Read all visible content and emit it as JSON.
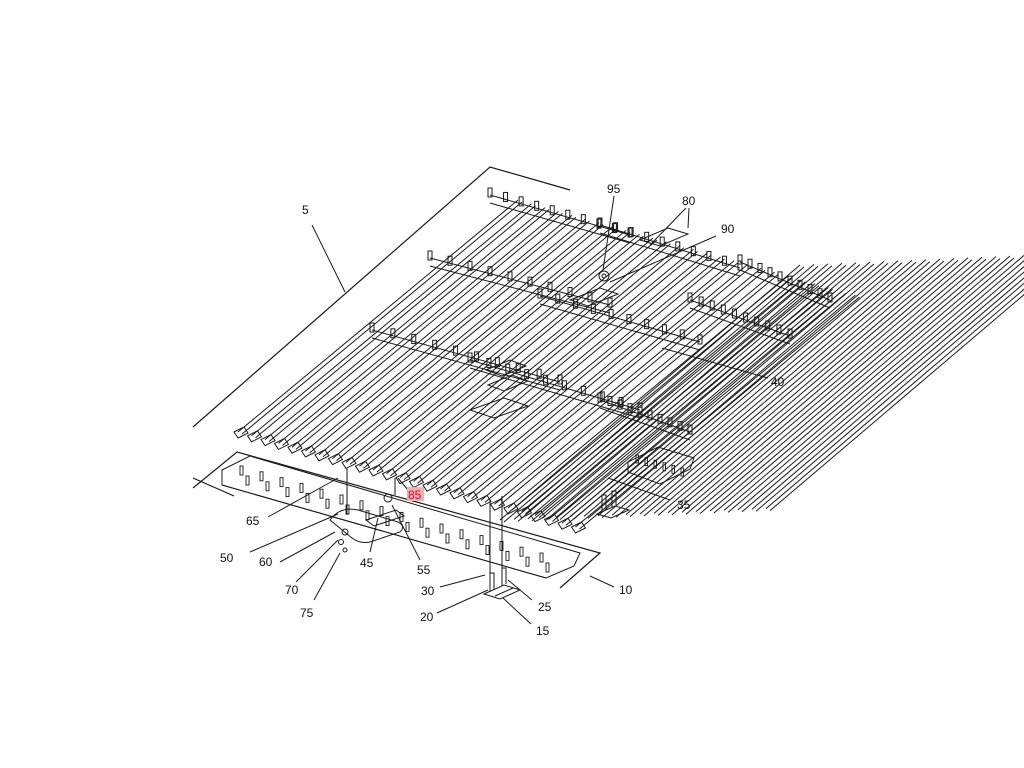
{
  "diagram": {
    "callouts": [
      {
        "id": "c5",
        "label": "5"
      },
      {
        "id": "c95",
        "label": "95"
      },
      {
        "id": "c80",
        "label": "80"
      },
      {
        "id": "c90",
        "label": "90"
      },
      {
        "id": "c40",
        "label": "40"
      },
      {
        "id": "c35",
        "label": "35"
      },
      {
        "id": "c85",
        "label": "85",
        "highlighted": true
      },
      {
        "id": "c65",
        "label": "65"
      },
      {
        "id": "c50",
        "label": "50"
      },
      {
        "id": "c60",
        "label": "60"
      },
      {
        "id": "c45",
        "label": "45"
      },
      {
        "id": "c55",
        "label": "55"
      },
      {
        "id": "c70",
        "label": "70"
      },
      {
        "id": "c75",
        "label": "75"
      },
      {
        "id": "c30",
        "label": "30"
      },
      {
        "id": "c10",
        "label": "10"
      },
      {
        "id": "c25",
        "label": "25"
      },
      {
        "id": "c20",
        "label": "20"
      },
      {
        "id": "c15",
        "label": "15"
      }
    ],
    "highlight_color": "#f2aeb3",
    "highlight_text_color": "#c4161c",
    "line_color": "#1a1a1a"
  }
}
